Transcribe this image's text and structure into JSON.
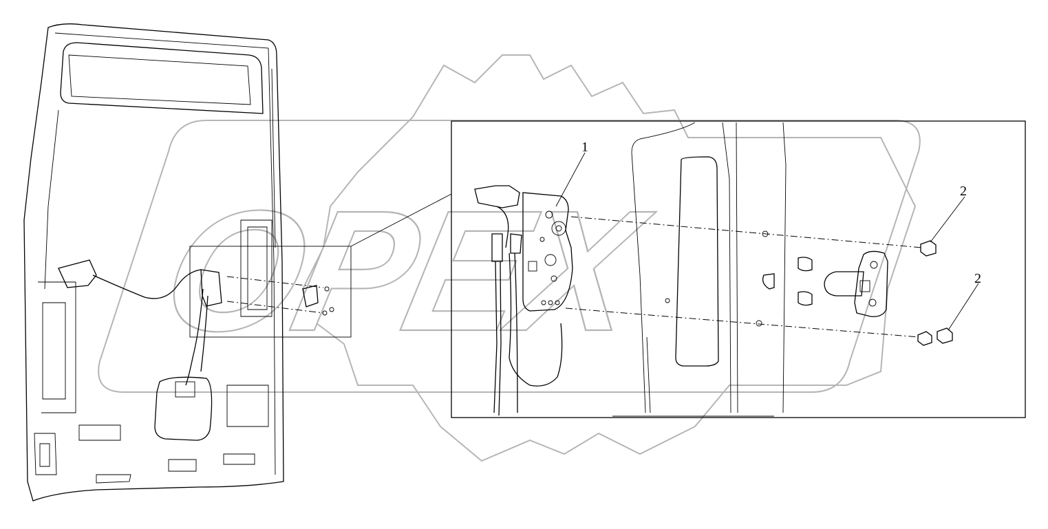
{
  "callouts": [
    {
      "id": "1",
      "text": "1"
    },
    {
      "id": "2a",
      "text": "2"
    },
    {
      "id": "2b",
      "text": "2"
    }
  ],
  "watermark": {
    "text": "OPEX",
    "icon": "gear-logo",
    "color": "#b5b5b5"
  },
  "line_color": "#000000"
}
